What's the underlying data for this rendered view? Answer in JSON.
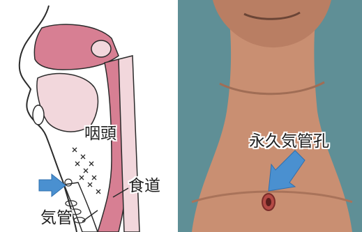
{
  "labels": {
    "pharynx": "咽頭",
    "esophagus": "食道",
    "trachea": "気管",
    "stoma": "永久気管孔"
  },
  "colors": {
    "tissue_pink": "#d77f93",
    "tissue_light": "#f2d7dc",
    "outline": "#2b2b2b",
    "arrow_blue": "#4a90d0",
    "background_teal": "#5f8f96",
    "skin": "#c98f72"
  },
  "icons": {
    "arrow_left_panel": "arrow-right-icon",
    "arrow_right_panel": "arrow-down-left-icon"
  }
}
